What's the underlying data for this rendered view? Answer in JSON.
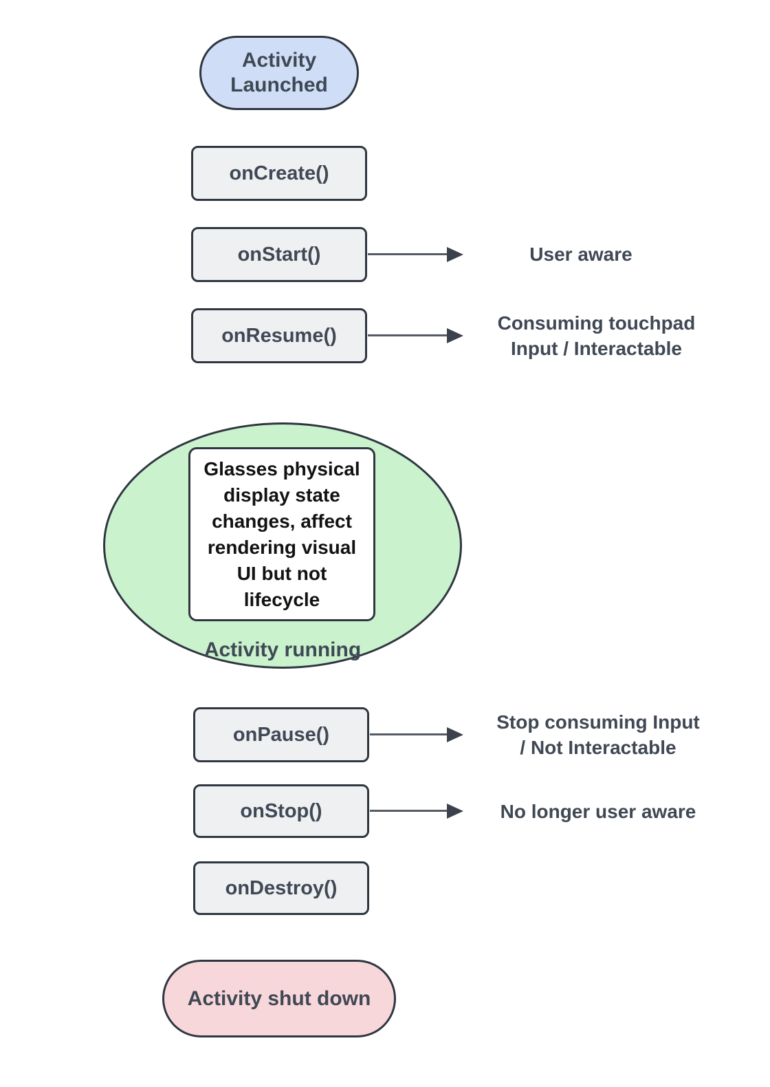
{
  "diagram_type": "activity-lifecycle-flowchart",
  "colors": {
    "background": "#ffffff",
    "step_fill": "#eef0f2",
    "start_fill": "#cfdef6",
    "running_fill": "#c9f2cd",
    "end_fill": "#f8d7da",
    "border": "#2f3640",
    "label_text": "#3f4854",
    "note_text": "#121212",
    "arrow": "#555b63"
  },
  "nodes": {
    "launched": {
      "lines": [
        "Activity",
        "Launched"
      ]
    },
    "oncreate": {
      "label": "onCreate()"
    },
    "onstart": {
      "label": "onStart()",
      "note": [
        "User aware"
      ]
    },
    "onresume": {
      "label": "onResume()",
      "note": [
        "Consuming touchpad",
        "Input / Interactable"
      ]
    },
    "running": {
      "label": "Activity running",
      "box_lines": [
        "Glasses physical",
        "display state",
        "changes, affect",
        "rendering visual",
        "UI but not",
        "lifecycle"
      ]
    },
    "onpause": {
      "label": "onPause()",
      "note": [
        "Stop consuming Input",
        "/ Not Interactable"
      ]
    },
    "onstop": {
      "label": "onStop()",
      "note": [
        "No longer user aware"
      ]
    },
    "ondestroy": {
      "label": "onDestroy()"
    },
    "shutdown": {
      "label": "Activity shut down"
    }
  }
}
